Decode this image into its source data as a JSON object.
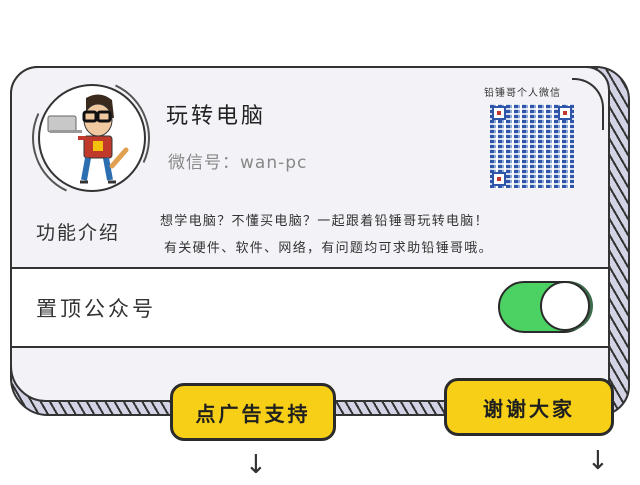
{
  "profile": {
    "name": "玩转电脑",
    "wechat_id": "微信号：wan-pc"
  },
  "qr": {
    "label": "铅锤哥个人微信"
  },
  "intro": {
    "label": "功能介绍",
    "lines": [
      "想学电脑？不懂买电脑？一起跟着铅锤哥玩转电脑！",
      "有关硬件、软件、网络，有问题均可求助铅锤哥哦。"
    ]
  },
  "pin": {
    "label": "置顶公众号",
    "enabled": true,
    "on_color": "#4cd263"
  },
  "buttons": {
    "ad_support": "点广告支持",
    "thanks": "谢谢大家",
    "color": "#f6cf16"
  },
  "icons": {
    "arrow_down": "↓"
  }
}
